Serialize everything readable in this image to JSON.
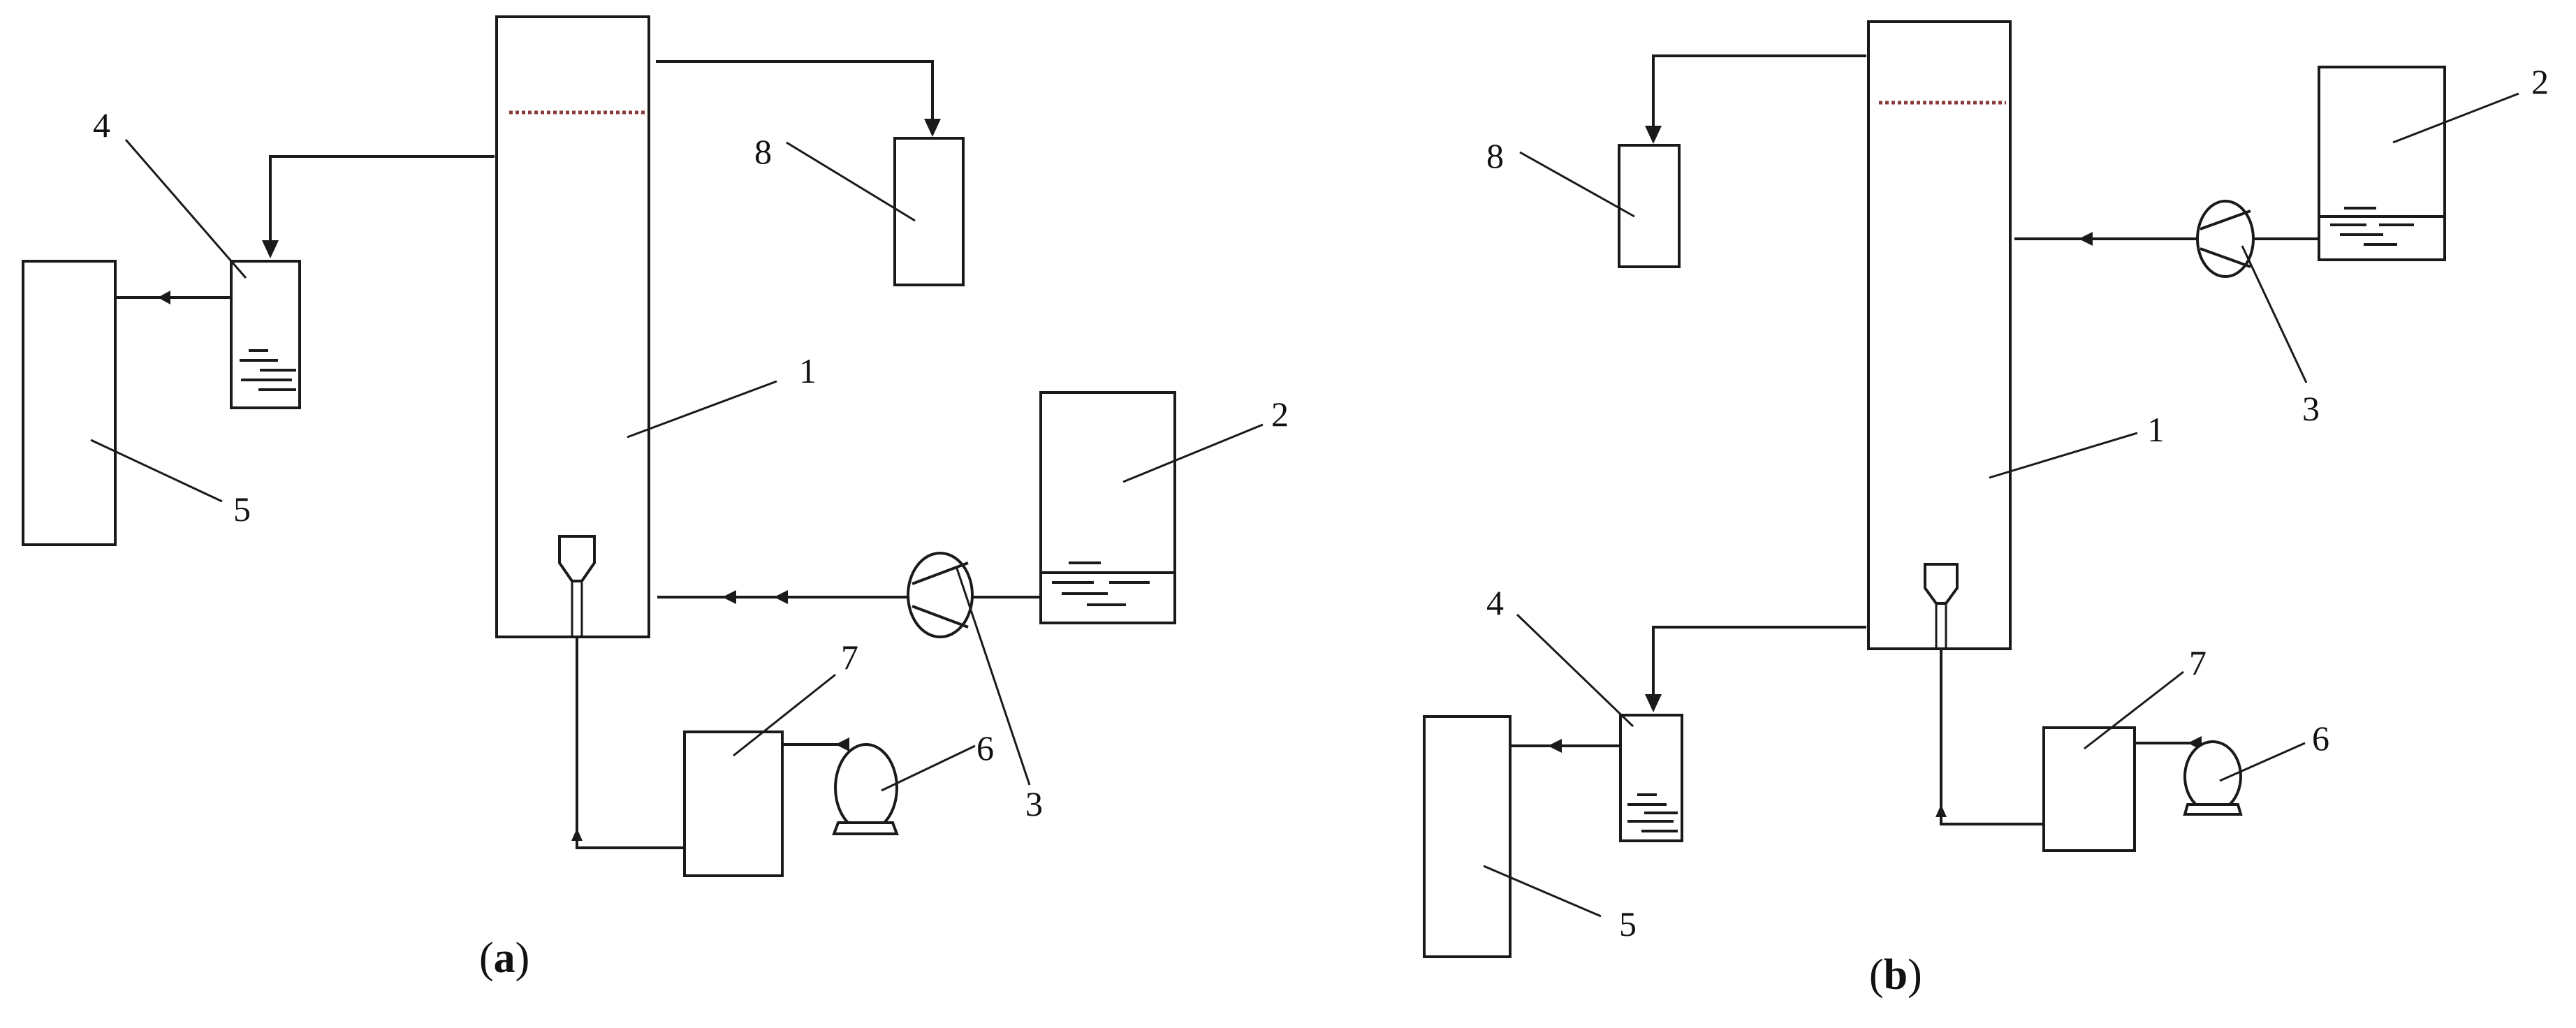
{
  "panels": [
    {
      "caption_open": "(",
      "caption_letter": "a",
      "caption_close": ")",
      "labels": {
        "n1": "1",
        "n2": "2",
        "n3": "3",
        "n4": "4",
        "n5": "5",
        "n6": "6",
        "n7": "7",
        "n8": "8"
      }
    },
    {
      "caption_open": "(",
      "caption_letter": "b",
      "caption_close": ")",
      "labels": {
        "n1": "1",
        "n2": "2",
        "n3": "3",
        "n4": "4",
        "n5": "5",
        "n6": "6",
        "n7": "7",
        "n8": "8"
      }
    }
  ]
}
